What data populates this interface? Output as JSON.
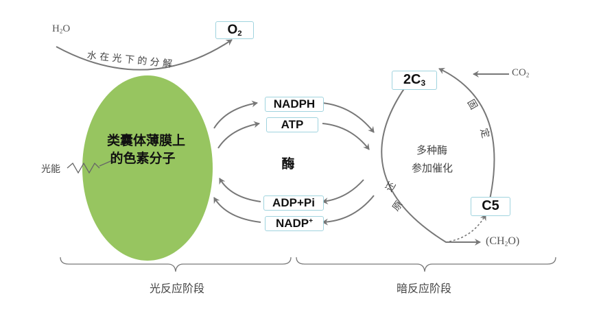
{
  "colors": {
    "thylakoid_fill": "#8cbf4f",
    "arrow": "#777777",
    "box_border": "#9fd3de"
  },
  "light_side": {
    "h2o_label": "H",
    "h2o_sub": "2",
    "h2o_tail": "O",
    "o2_label": "O",
    "o2_sub": "2",
    "photolysis_label": "水 在 光 下 的 分 解",
    "thylakoid_line1": "类囊体薄膜上",
    "thylakoid_line2": "的色素分子",
    "light_energy": "光能",
    "stage_label": "光反应阶段"
  },
  "middle": {
    "nadph": "NADPH",
    "atp": "ATP",
    "enzyme": "酶",
    "adp_pi": "ADP+Pi",
    "nadp_main": "NADP",
    "nadp_sup": "+"
  },
  "dark_side": {
    "c3_prefix": "2C",
    "c3_sub": "3",
    "co2_main": "CO",
    "co2_sub": "2",
    "fixation_1": "固",
    "fixation_2": "定",
    "enzymes_line1": "多种酶",
    "enzymes_line2": "参加催化",
    "reduction_1": "还",
    "reduction_2": "原",
    "c5": "C5",
    "ch2o_open": "(CH",
    "ch2o_sub": "2",
    "ch2o_close": "O)",
    "stage_label": "暗反应阶段"
  }
}
